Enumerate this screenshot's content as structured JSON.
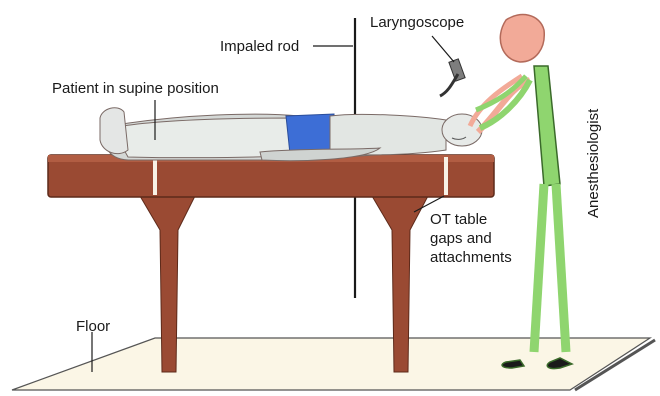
{
  "labels": {
    "laryngoscope": "Laryngoscope",
    "impaled_rod": "Impaled rod",
    "patient": "Patient in supine position",
    "anesthesiologist": "Anesthesiologist",
    "table_line1": "OT table",
    "table_line2": "gaps and",
    "table_line3": "attachments",
    "floor": "Floor"
  },
  "colors": {
    "table": "#9a4a33",
    "skin": "#f6c9bf",
    "shorts": "#3d6ed6",
    "anesthesiologist_body": "#8fd56f",
    "anesthesiologist_head": "#f2aa98",
    "floor": "#fbf6e6"
  }
}
